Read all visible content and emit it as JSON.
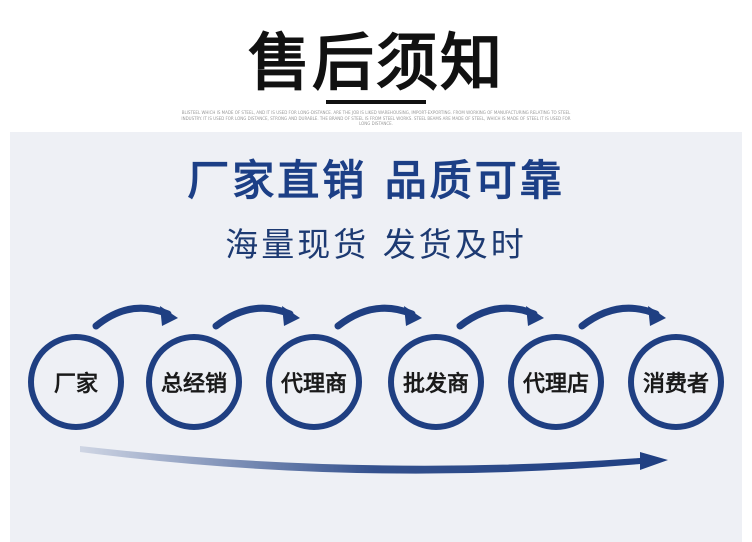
{
  "header": {
    "title": "售后须知",
    "fineprint": "BLISTEEL WHICH IS MADE OF STEEL, AND IT IS USED FOR LONG-DISTANCE. ARE THE JOB IS LIKED WAREHOUSING, IMPORT-EXPORTING. FROM WORKING OF MANUFACTURING RELATING TO STEEL INDUSTRY. IT IS USED FOR LONG DISTANCE, STRONG AND DURABLE. THE BRAND OF STEEL IS FROM STEEL WORKS. STEEL BEAMS ARE MADE OF STEEL, WHICH IS MADE OF STEEL IT IS USED FOR LONG DISTANCE."
  },
  "slogans": {
    "line1": "厂家直销  品质可靠",
    "line2": "海量现货 发货及时"
  },
  "flow": {
    "nodes": [
      {
        "label": "厂家"
      },
      {
        "label": "总经销"
      },
      {
        "label": "代理商"
      },
      {
        "label": "批发商"
      },
      {
        "label": "代理店"
      },
      {
        "label": "消费者"
      }
    ]
  },
  "colors": {
    "accent": "#1f3f82",
    "slogan": "#1c3f86",
    "panel": "#eef0f5"
  }
}
